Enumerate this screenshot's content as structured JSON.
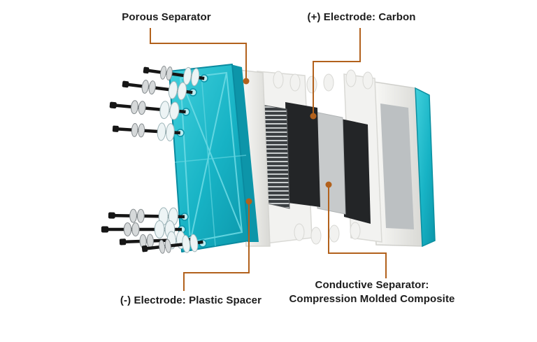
{
  "diagram": {
    "callouts": {
      "porous_separator": {
        "label": "Porous Separator"
      },
      "positive_electrode": {
        "label": "(+) Electrode: Carbon"
      },
      "negative_electrode": {
        "label": "(-) Electrode: Plastic Spacer"
      },
      "conductive_separator": {
        "label_line1": "Conductive Separator:",
        "label_line2": "Compression Molded Composite"
      }
    },
    "colors": {
      "leader_line": "#b2611c",
      "end_plate_teal": "#14b4c6",
      "electrode_dark": "#232527",
      "plate_white": "#f2f2f0"
    }
  }
}
